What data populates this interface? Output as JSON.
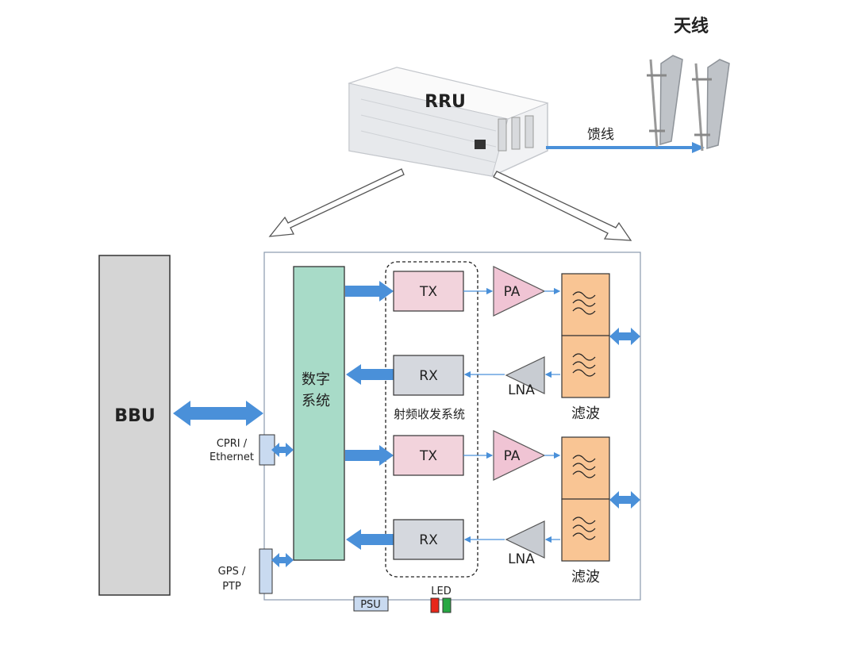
{
  "top": {
    "rru_label": "RRU",
    "antenna_label": "天线",
    "feeder_label": "馈线"
  },
  "left": {
    "bbu_label": "BBU"
  },
  "ports": {
    "cpri_line1": "CPRI /",
    "cpri_line2": "Ethernet",
    "gps_line1": "GPS /",
    "gps_line2": "PTP",
    "psu_label": "PSU",
    "led_label": "LED"
  },
  "blocks": {
    "digital_line1": "数字",
    "digital_line2": "系统",
    "rf_group_label": "射频收发系统",
    "tx_label": "TX",
    "rx_label": "RX",
    "pa_label": "PA",
    "lna_label": "LNA",
    "filter_label": "滤波"
  },
  "colors": {
    "arrow_blue": "#4a90d9",
    "rru_red": "#e8271a",
    "digital_green": "#a8dbc8",
    "tx_pink": "#f2d3dc",
    "rx_gray": "#d5d8de",
    "filter_orange": "#f9c594",
    "pa_pink": "#f0c4d4",
    "lna_gray": "#c8ccd2",
    "bbu_gray": "#d5d5d5",
    "port_blue": "#c9daf0",
    "led_red": "#e8271a",
    "led_green": "#27a844"
  }
}
